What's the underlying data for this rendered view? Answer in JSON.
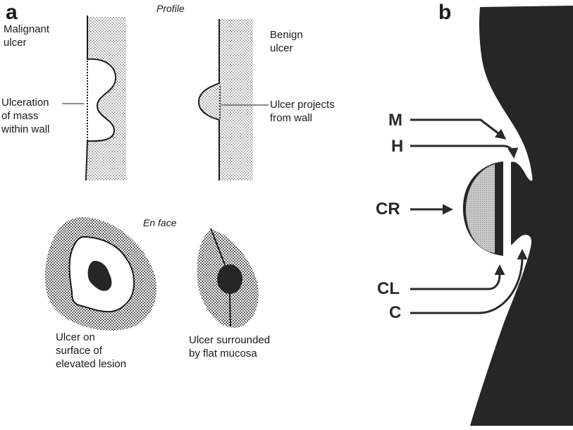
{
  "panel_a": {
    "letter": "a",
    "profile_title": "Profile",
    "malignant": {
      "title_line1": "Malignant",
      "title_line2": "ulcer",
      "callout_line1": "Ulceration",
      "callout_line2": "of mass",
      "callout_line3": "within wall"
    },
    "benign": {
      "title_line1": "Benign",
      "title_line2": "ulcer",
      "callout_line1": "Ulcer projects",
      "callout_line2": "from wall"
    },
    "en_face_title": "En face",
    "en_face_left": {
      "line1": "Ulcer on",
      "line2": "surface of",
      "line3": "elevated lesion"
    },
    "en_face_right": {
      "line1": "Ulcer surrounded",
      "line2": "by flat mucosa"
    }
  },
  "panel_b": {
    "letter": "b",
    "labels": {
      "m": "M",
      "h": "H",
      "cr": "CR",
      "cl": "CL",
      "c": "C"
    },
    "colors": {
      "dark": "#262626",
      "crater_fill": "#bdbdbd"
    }
  }
}
